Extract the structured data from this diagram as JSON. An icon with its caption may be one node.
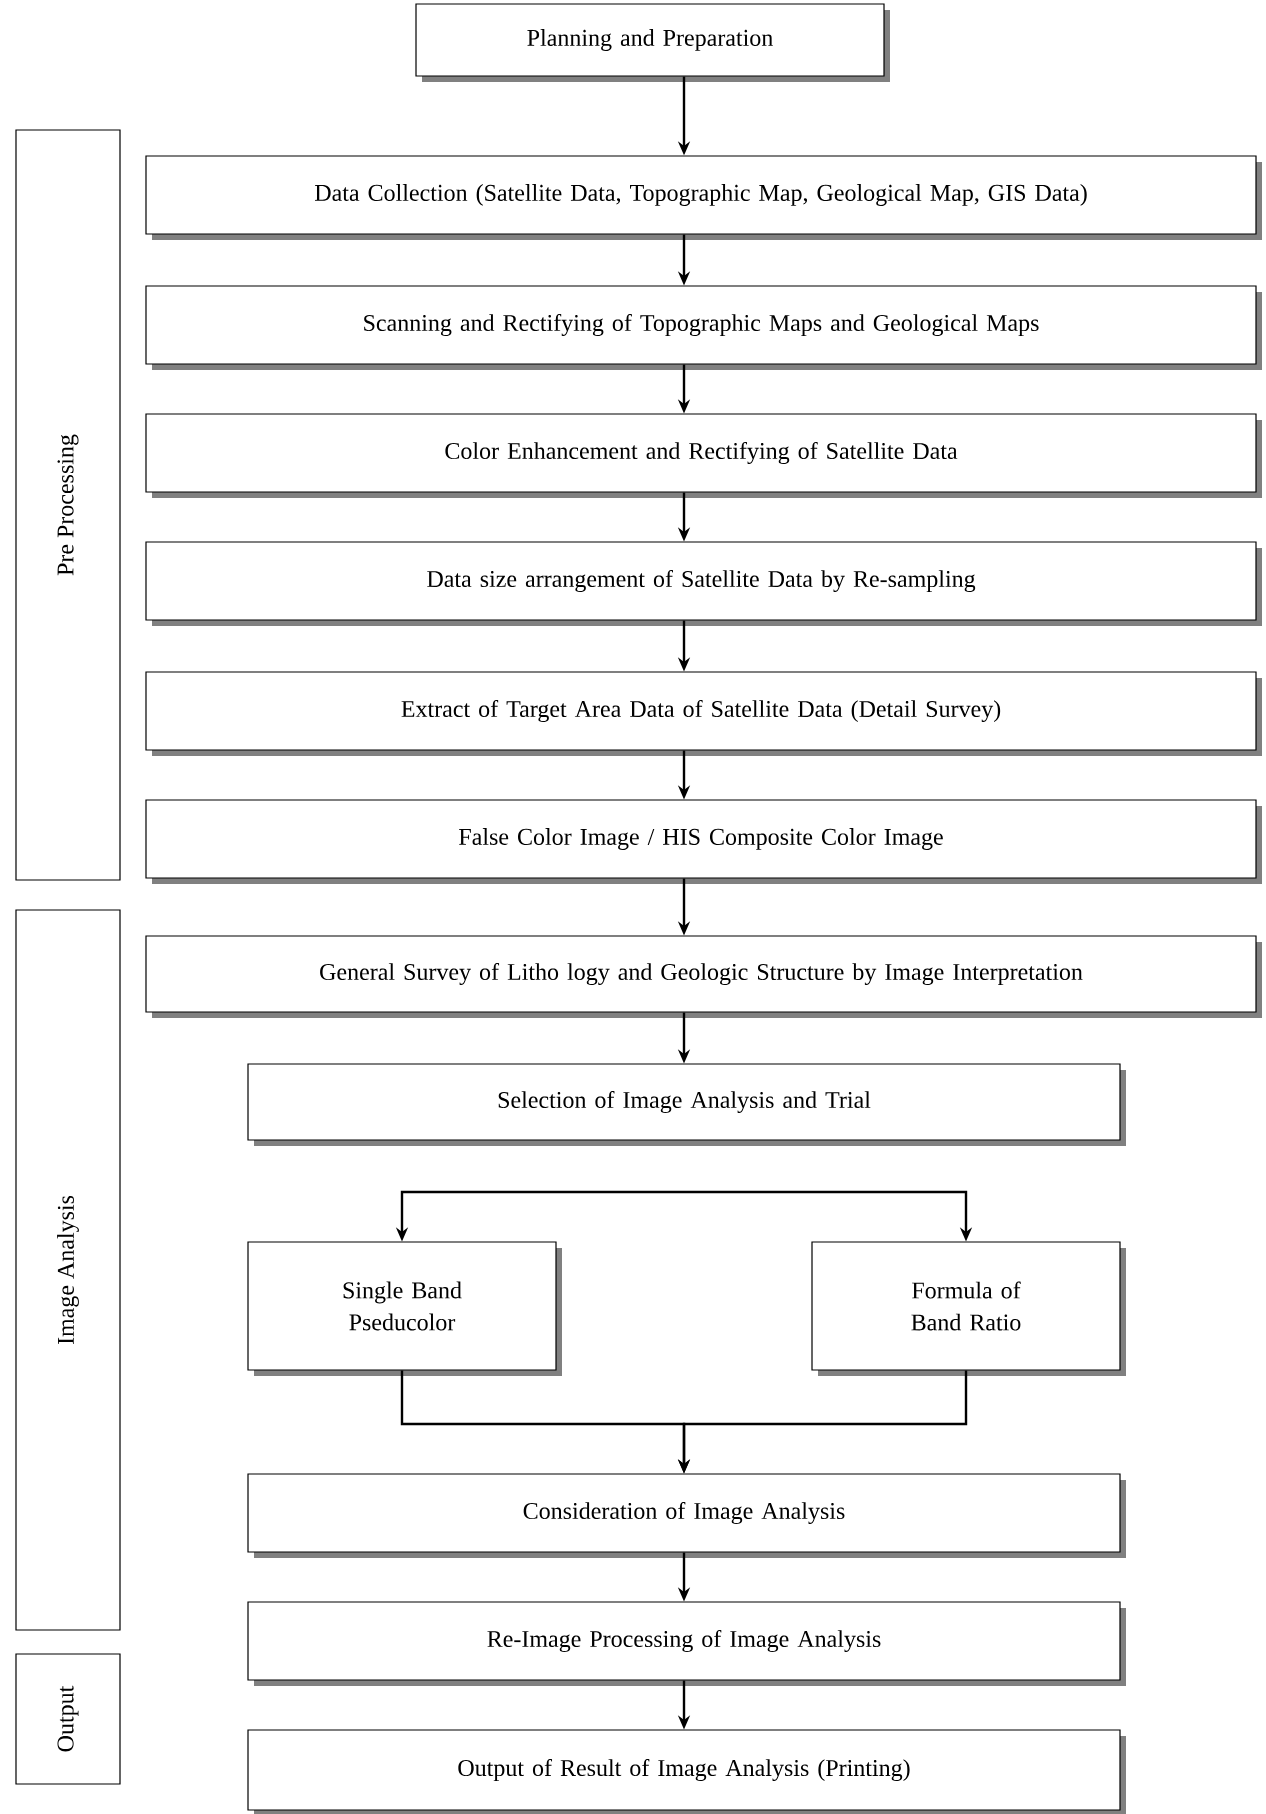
{
  "diagram": {
    "nodes": [
      {
        "text": [
          "Planning and Preparation"
        ]
      },
      {
        "text": [
          "Pre Processing"
        ]
      },
      {
        "text": [
          "Data Collection (Satellite Data, Topographic Map, Geological Map, GIS Data)"
        ]
      },
      {
        "text": [
          "Scanning and Rectifying of Topographic Maps and Geological Maps"
        ]
      },
      {
        "text": [
          "Color Enhancement and Rectifying of Satellite Data"
        ]
      },
      {
        "text": [
          "Data size arrangement of Satellite Data by Re-sampling"
        ]
      },
      {
        "text": [
          "Extract of Target Area Data of Satellite Data (Detail Survey)"
        ]
      },
      {
        "text": [
          "False Color Image / HIS Composite Color Image"
        ]
      },
      {
        "text": [
          "Image Analysis"
        ]
      },
      {
        "text": [
          "General Survey of Litho logy and Geologic Structure by Image Interpretation"
        ]
      },
      {
        "text": [
          "Selection of Image Analysis and Trial"
        ]
      },
      {
        "text": [
          "Single Band Pseducolor"
        ]
      },
      {
        "text": [
          "Formula of Band Ratio"
        ]
      },
      {
        "text": [
          "Consideration of Image Analysis"
        ]
      },
      {
        "text": [
          "Re-Image Processing of Image Analysis"
        ]
      },
      {
        "text": [
          "Output"
        ]
      },
      {
        "text": [
          "Output of Result of Image Analysis (Printing)"
        ]
      }
    ],
    "edges": [
      {
        "from": 0,
        "to": 2,
        "arrow": "to"
      },
      {
        "from": 2,
        "to": 3,
        "arrow": "to"
      },
      {
        "from": 3,
        "to": 4,
        "arrow": "to"
      },
      {
        "from": 4,
        "to": 5,
        "arrow": "to"
      },
      {
        "from": 5,
        "to": 6,
        "arrow": "to"
      },
      {
        "from": 6,
        "to": 7,
        "arrow": "to"
      },
      {
        "from": 7,
        "to": 9,
        "arrow": "to"
      },
      {
        "from": 9,
        "to": 10,
        "arrow": "to"
      },
      {
        "from": null,
        "to": 11,
        "arrow": "to"
      },
      {
        "from": null,
        "to": 12,
        "arrow": "to"
      },
      {
        "from": 11,
        "to": 13,
        "arrow": "to"
      },
      {
        "from": 12,
        "to": 13,
        "arrow": "to"
      },
      {
        "from": 13,
        "to": 14,
        "arrow": "to"
      },
      {
        "from": 14,
        "to": 16,
        "arrow": "to"
      }
    ]
  }
}
